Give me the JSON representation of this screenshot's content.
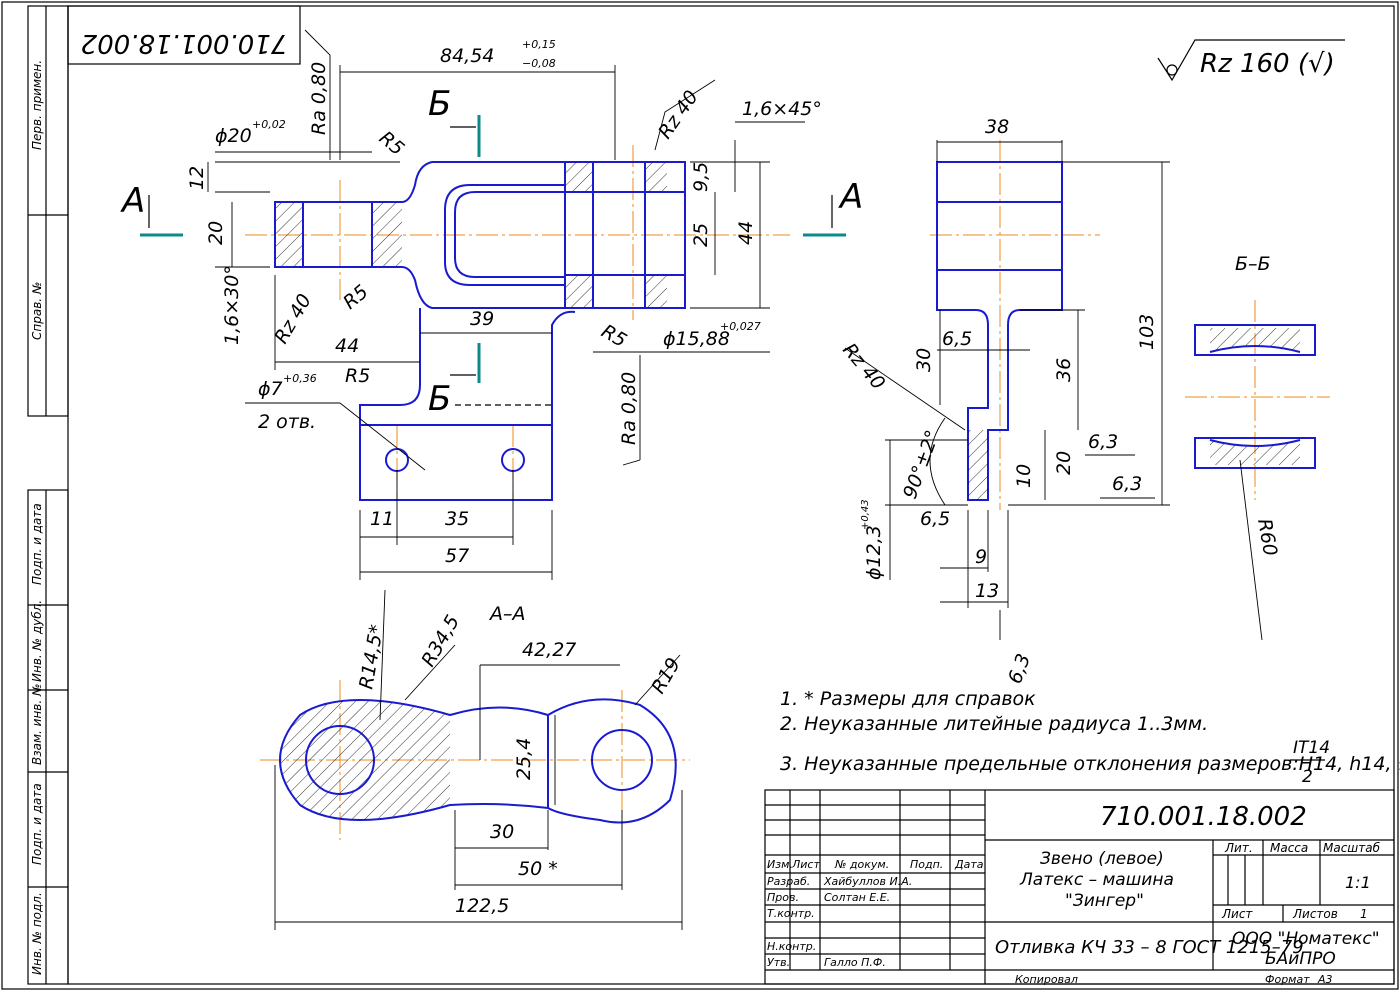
{
  "stamp_top": "710.001.18.002",
  "roughness_general": "Rz 160 (√)",
  "side_columns": [
    "Перв. примен.",
    "Справ. №",
    "Подп. и дата",
    "Инв. № дубл.",
    "Взам. инв. №",
    "Подп. и дата",
    "Инв. № подл."
  ],
  "section_labels": {
    "a_left": "А",
    "a_right": "А",
    "b_top": "Б",
    "b_bottom": "Б",
    "view_aa": "А–А",
    "view_bb": "Б–Б"
  },
  "dims_main": {
    "d1": "84,54",
    "d1_up": "+0,15",
    "d1_lo": "−0,08",
    "phi20": "ϕ20",
    "phi20_tol": "+0,02",
    "ra080": "Ra 0,80",
    "r5a": "R5",
    "rz40a": "Rz 40",
    "chamfer": "1,6×45°",
    "d12": "12",
    "d20": "20",
    "d95": "9,5",
    "d25": "25",
    "d44": "44",
    "chamfer30": "1,6×30°",
    "rz40b": "Rz 40",
    "r5b": "R5",
    "d44b": "44",
    "d39": "39",
    "r5c": "R5",
    "phi1588": "ϕ15,88",
    "phi1588_tol": "+0,027",
    "r5d": "R5",
    "phi7": "ϕ7",
    "phi7_tol": "+0,36",
    "holes": "2 отв.",
    "ra080b": "Ra 0,80",
    "d11": "11",
    "d35": "35",
    "d57": "57"
  },
  "dims_side": {
    "d38": "38",
    "d103": "103",
    "d65a": "6,5",
    "d30": "30",
    "d36": "36",
    "rz40": "Rz 40",
    "ang": "90°±2°",
    "d63a": "6,3",
    "d20": "20",
    "d10": "10",
    "d63b": "6,3",
    "d65b": "6,5",
    "phi123": "ϕ12,3",
    "phi123_tol": "+0,43",
    "d9": "9",
    "d13": "13",
    "d63c": "6,3"
  },
  "dims_aa": {
    "r145": "R14,5*",
    "r345": "R34,5",
    "d4227": "42,27",
    "r19": "R19",
    "d254": "25,4",
    "d30": "30",
    "d50": "50 *",
    "d1225": "122,5"
  },
  "dims_bb": {
    "r60": "R60"
  },
  "notes": [
    "1.  * Размеры для справок",
    "2.  Неуказанные литейные радиуса 1..3мм.",
    "3.  Неуказанные предельные отклонения размеров:H14,  h14, ±"
  ],
  "note_frac": {
    "num": "IT14",
    "den": "2"
  },
  "title_block": {
    "designation": "710.001.18.002",
    "name_lines": [
      "Звено (левое)",
      "Латекс – машина",
      "\"Зингер\""
    ],
    "material": "Отливка КЧ 33 – 8 ГОСТ 1215–79",
    "hdr": {
      "lit": "Лит.",
      "mass": "Масса",
      "scale": "Масштаб"
    },
    "scale_value": "1:1",
    "sheet": "Лист",
    "sheets": "Листов",
    "sheets_count": "1",
    "org_lines": [
      "ООО \"Номатекс\"",
      "БАиПРО"
    ],
    "cols": {
      "izm": "Изм.",
      "list": "Лист",
      "doc": "№ докум.",
      "sign": "Подп.",
      "date": "Дата"
    },
    "roles": [
      "Разраб.",
      "Пров.",
      "Т.контр.",
      "Н.контр.",
      "Утв."
    ],
    "people": [
      "Хайбуллов И.А.",
      "Солтан Е.Е.",
      "Галло П.Ф."
    ],
    "copied": "Копировал",
    "format_label": "Формат",
    "format_value": "А3"
  }
}
